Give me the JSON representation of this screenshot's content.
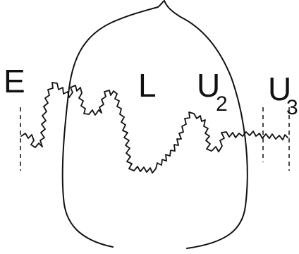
{
  "figure": {
    "labels": {
      "e": "E",
      "l": "L",
      "u2_base": "U",
      "u2_sub": "2",
      "u3_base": "U",
      "u3_sub": "3"
    },
    "colors": {
      "ink": "#111111",
      "background": "#ffffff"
    }
  }
}
